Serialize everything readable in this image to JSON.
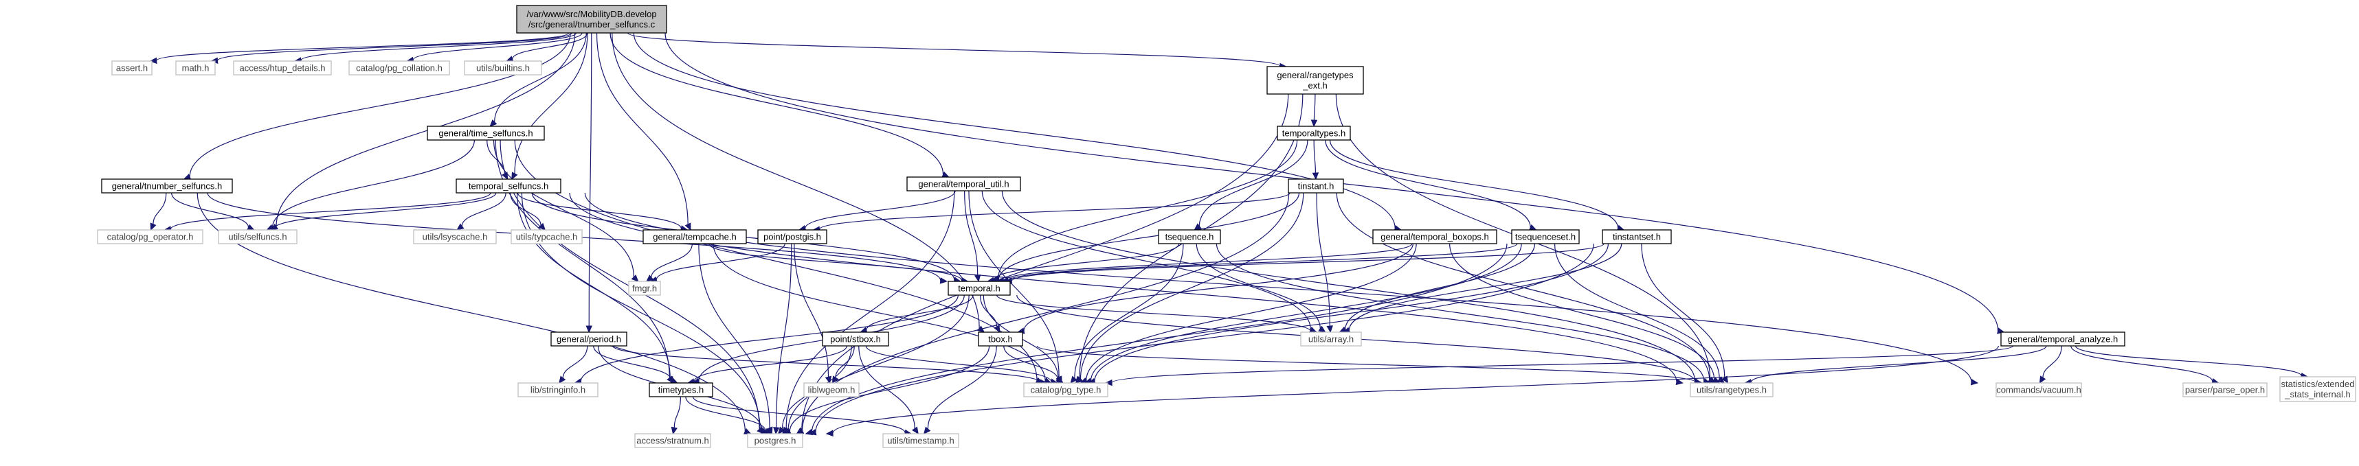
{
  "graph": {
    "nodes": [
      {
        "id": "root",
        "label": [
          "/var/www/src/MobilityDB.develop",
          "/src/general/tnumber_selfuncs.c"
        ],
        "kind": "root"
      },
      {
        "id": "assert",
        "label": [
          "assert.h"
        ],
        "kind": "ext"
      },
      {
        "id": "math",
        "label": [
          "math.h"
        ],
        "kind": "ext"
      },
      {
        "id": "htup",
        "label": [
          "access/htup_details.h"
        ],
        "kind": "ext"
      },
      {
        "id": "pgcoll",
        "label": [
          "catalog/pg_collation.h"
        ],
        "kind": "ext"
      },
      {
        "id": "builtins",
        "label": [
          "utils/builtins.h"
        ],
        "kind": "ext"
      },
      {
        "id": "rangeext",
        "label": [
          "general/rangetypes",
          "_ext.h"
        ],
        "kind": "local"
      },
      {
        "id": "analyze",
        "label": [
          "general/temporal_analyze.h"
        ],
        "kind": "local"
      },
      {
        "id": "timesel",
        "label": [
          "general/time_selfuncs.h"
        ],
        "kind": "local"
      },
      {
        "id": "temputil",
        "label": [
          "general/temporal_util.h"
        ],
        "kind": "local"
      },
      {
        "id": "tnumsel",
        "label": [
          "general/tnumber_selfuncs.h"
        ],
        "kind": "local"
      },
      {
        "id": "tempsel",
        "label": [
          "temporal_selfuncs.h"
        ],
        "kind": "local"
      },
      {
        "id": "temporaltypes",
        "label": [
          "temporaltypes.h"
        ],
        "kind": "local"
      },
      {
        "id": "tinstant",
        "label": [
          "tinstant.h"
        ],
        "kind": "local"
      },
      {
        "id": "pgop",
        "label": [
          "catalog/pg_operator.h"
        ],
        "kind": "ext"
      },
      {
        "id": "selfuncs",
        "label": [
          "utils/selfuncs.h"
        ],
        "kind": "ext"
      },
      {
        "id": "lsyscache",
        "label": [
          "utils/lsyscache.h"
        ],
        "kind": "ext"
      },
      {
        "id": "typcache",
        "label": [
          "utils/typcache.h"
        ],
        "kind": "ext"
      },
      {
        "id": "tempcache",
        "label": [
          "general/tempcache.h"
        ],
        "kind": "local"
      },
      {
        "id": "postgis",
        "label": [
          "point/postgis.h"
        ],
        "kind": "local"
      },
      {
        "id": "tsequence",
        "label": [
          "tsequence.h"
        ],
        "kind": "local"
      },
      {
        "id": "boxops",
        "label": [
          "general/temporal_boxops.h"
        ],
        "kind": "local"
      },
      {
        "id": "tseqset",
        "label": [
          "tsequenceset.h"
        ],
        "kind": "local"
      },
      {
        "id": "tinstset",
        "label": [
          "tinstantset.h"
        ],
        "kind": "local"
      },
      {
        "id": "fmgr",
        "label": [
          "fmgr.h"
        ],
        "kind": "ext"
      },
      {
        "id": "temporal",
        "label": [
          "temporal.h"
        ],
        "kind": "local"
      },
      {
        "id": "array",
        "label": [
          "utils/array.h"
        ],
        "kind": "ext"
      },
      {
        "id": "period",
        "label": [
          "general/period.h"
        ],
        "kind": "local"
      },
      {
        "id": "stbox",
        "label": [
          "point/stbox.h"
        ],
        "kind": "local"
      },
      {
        "id": "tbox",
        "label": [
          "tbox.h"
        ],
        "kind": "local"
      },
      {
        "id": "stringinfo",
        "label": [
          "lib/stringinfo.h"
        ],
        "kind": "ext"
      },
      {
        "id": "timetypes",
        "label": [
          "timetypes.h"
        ],
        "kind": "local"
      },
      {
        "id": "liblwgeom",
        "label": [
          "liblwgeom.h"
        ],
        "kind": "ext"
      },
      {
        "id": "pgtype",
        "label": [
          "catalog/pg_type.h"
        ],
        "kind": "ext"
      },
      {
        "id": "rangetypes",
        "label": [
          "utils/rangetypes.h"
        ],
        "kind": "ext"
      },
      {
        "id": "vacuum",
        "label": [
          "commands/vacuum.h"
        ],
        "kind": "ext"
      },
      {
        "id": "parseoper",
        "label": [
          "parser/parse_oper.h"
        ],
        "kind": "ext"
      },
      {
        "id": "extstats",
        "label": [
          "statistics/extended",
          "_stats_internal.h"
        ],
        "kind": "ext"
      },
      {
        "id": "stratnum",
        "label": [
          "access/stratnum.h"
        ],
        "kind": "ext"
      },
      {
        "id": "postgres",
        "label": [
          "postgres.h"
        ],
        "kind": "ext"
      },
      {
        "id": "timestamp",
        "label": [
          "utils/timestamp.h"
        ],
        "kind": "ext"
      }
    ],
    "edges": [
      [
        "root",
        "assert"
      ],
      [
        "root",
        "math"
      ],
      [
        "root",
        "htup"
      ],
      [
        "root",
        "pgcoll"
      ],
      [
        "root",
        "builtins"
      ],
      [
        "root",
        "rangeext"
      ],
      [
        "root",
        "analyze"
      ],
      [
        "root",
        "timesel"
      ],
      [
        "root",
        "temputil"
      ],
      [
        "root",
        "tnumsel"
      ],
      [
        "root",
        "tempsel"
      ],
      [
        "root",
        "selfuncs"
      ],
      [
        "root",
        "tempcache"
      ],
      [
        "root",
        "boxops"
      ],
      [
        "root",
        "period"
      ],
      [
        "root",
        "tbox"
      ],
      [
        "rangeext",
        "temporaltypes"
      ],
      [
        "rangeext",
        "pgtype"
      ],
      [
        "rangeext",
        "rangetypes"
      ],
      [
        "rangeext",
        "postgres"
      ],
      [
        "analyze",
        "pgtype"
      ],
      [
        "analyze",
        "rangetypes"
      ],
      [
        "analyze",
        "vacuum"
      ],
      [
        "analyze",
        "parseoper"
      ],
      [
        "analyze",
        "extstats"
      ],
      [
        "analyze",
        "postgres"
      ],
      [
        "timesel",
        "tempsel"
      ],
      [
        "timesel",
        "selfuncs"
      ],
      [
        "timesel",
        "fmgr"
      ],
      [
        "timesel",
        "pgtype"
      ],
      [
        "timesel",
        "timetypes"
      ],
      [
        "timesel",
        "postgres"
      ],
      [
        "temputil",
        "postgis"
      ],
      [
        "temputil",
        "temporal"
      ],
      [
        "temputil",
        "array"
      ],
      [
        "temputil",
        "pgtype"
      ],
      [
        "temputil",
        "rangetypes"
      ],
      [
        "temputil",
        "postgres"
      ],
      [
        "tnumsel",
        "pgop"
      ],
      [
        "tnumsel",
        "selfuncs"
      ],
      [
        "tnumsel",
        "temporal"
      ],
      [
        "tnumsel",
        "postgres"
      ],
      [
        "tempsel",
        "pgop"
      ],
      [
        "tempsel",
        "selfuncs"
      ],
      [
        "tempsel",
        "lsyscache"
      ],
      [
        "tempsel",
        "typcache"
      ],
      [
        "tempsel",
        "tempcache"
      ],
      [
        "tempsel",
        "temporal"
      ],
      [
        "tempsel",
        "rangetypes"
      ],
      [
        "tempsel",
        "vacuum"
      ],
      [
        "tempsel",
        "postgres"
      ],
      [
        "tempsel",
        "timetypes"
      ],
      [
        "temporaltypes",
        "tinstant"
      ],
      [
        "temporaltypes",
        "tsequence"
      ],
      [
        "temporaltypes",
        "tseqset"
      ],
      [
        "temporaltypes",
        "tinstset"
      ],
      [
        "temporaltypes",
        "temporal"
      ],
      [
        "tinstant",
        "postgis"
      ],
      [
        "tinstant",
        "temporal"
      ],
      [
        "tinstant",
        "array"
      ],
      [
        "tinstant",
        "pgtype"
      ],
      [
        "tinstant",
        "rangetypes"
      ],
      [
        "tinstant",
        "postgres"
      ],
      [
        "tempcache",
        "fmgr"
      ],
      [
        "tempcache",
        "temporal"
      ],
      [
        "tempcache",
        "pgtype"
      ],
      [
        "tempcache",
        "postgres"
      ],
      [
        "postgis",
        "fmgr"
      ],
      [
        "postgis",
        "liblwgeom"
      ],
      [
        "postgis",
        "postgres"
      ],
      [
        "tsequence",
        "temporal"
      ],
      [
        "tsequence",
        "array"
      ],
      [
        "tsequence",
        "pgtype"
      ],
      [
        "tsequence",
        "rangetypes"
      ],
      [
        "boxops",
        "temporal"
      ],
      [
        "boxops",
        "tbox"
      ],
      [
        "boxops",
        "pgtype"
      ],
      [
        "boxops",
        "rangetypes"
      ],
      [
        "tseqset",
        "temporal"
      ],
      [
        "tseqset",
        "array"
      ],
      [
        "tseqset",
        "pgtype"
      ],
      [
        "tseqset",
        "rangetypes"
      ],
      [
        "tseqset",
        "postgres"
      ],
      [
        "tinstset",
        "temporal"
      ],
      [
        "tinstset",
        "array"
      ],
      [
        "tinstset",
        "pgtype"
      ],
      [
        "tinstset",
        "rangetypes"
      ],
      [
        "tinstset",
        "postgres"
      ],
      [
        "temporal",
        "array"
      ],
      [
        "temporal",
        "stbox"
      ],
      [
        "temporal",
        "tbox"
      ],
      [
        "temporal",
        "stringinfo"
      ],
      [
        "temporal",
        "timetypes"
      ],
      [
        "temporal",
        "pgtype"
      ],
      [
        "temporal",
        "rangetypes"
      ],
      [
        "temporal",
        "postgres"
      ],
      [
        "period",
        "stringinfo"
      ],
      [
        "period",
        "timetypes"
      ],
      [
        "period",
        "pgtype"
      ],
      [
        "period",
        "postgres"
      ],
      [
        "stbox",
        "liblwgeom"
      ],
      [
        "stbox",
        "timetypes"
      ],
      [
        "stbox",
        "pgtype"
      ],
      [
        "stbox",
        "postgres"
      ],
      [
        "stbox",
        "timestamp"
      ],
      [
        "tbox",
        "pgtype"
      ],
      [
        "tbox",
        "rangetypes"
      ],
      [
        "tbox",
        "postgres"
      ],
      [
        "tbox",
        "timestamp"
      ],
      [
        "timetypes",
        "stratnum"
      ],
      [
        "timetypes",
        "postgres"
      ],
      [
        "timetypes",
        "timestamp"
      ]
    ]
  }
}
